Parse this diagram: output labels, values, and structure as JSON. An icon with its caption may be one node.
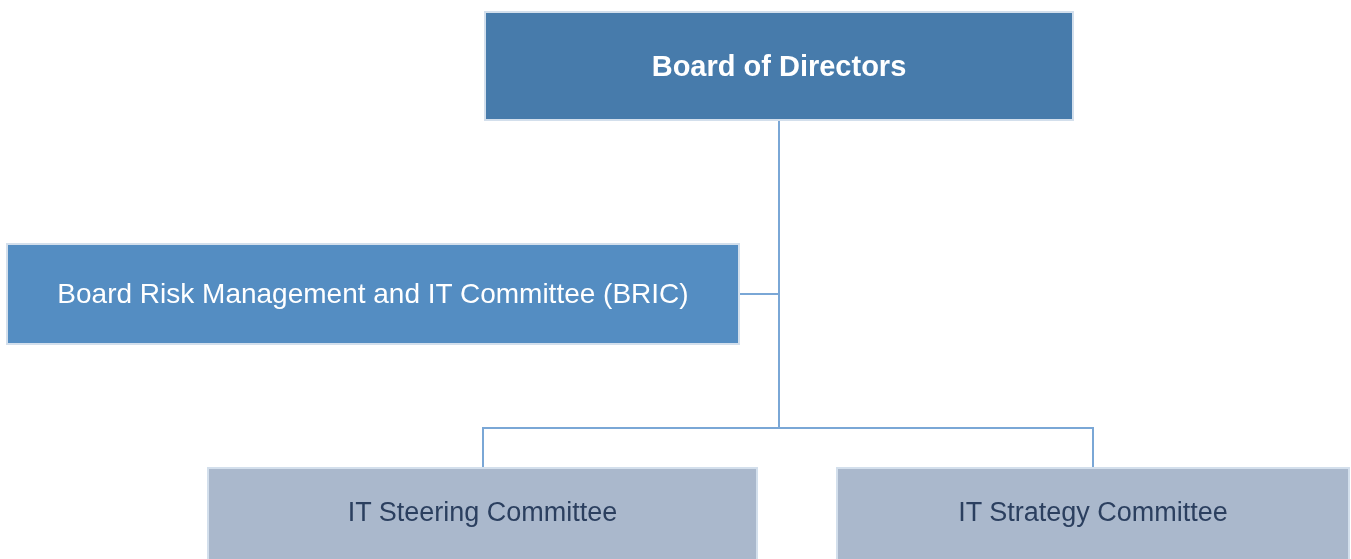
{
  "diagram": {
    "nodes": [
      {
        "text": [
          "Board of Directors"
        ]
      },
      {
        "text": [
          "Board Risk Management and IT Committee (BRIC)"
        ]
      },
      {
        "text": [
          "IT Steering Committee"
        ]
      },
      {
        "text": [
          "IT Strategy Committee"
        ]
      }
    ],
    "edges": [
      {
        "from": 0,
        "to": 1,
        "arrow": "none"
      },
      {
        "from": 0,
        "to": 2,
        "arrow": "none"
      },
      {
        "from": 0,
        "to": 3,
        "arrow": "none"
      }
    ]
  }
}
